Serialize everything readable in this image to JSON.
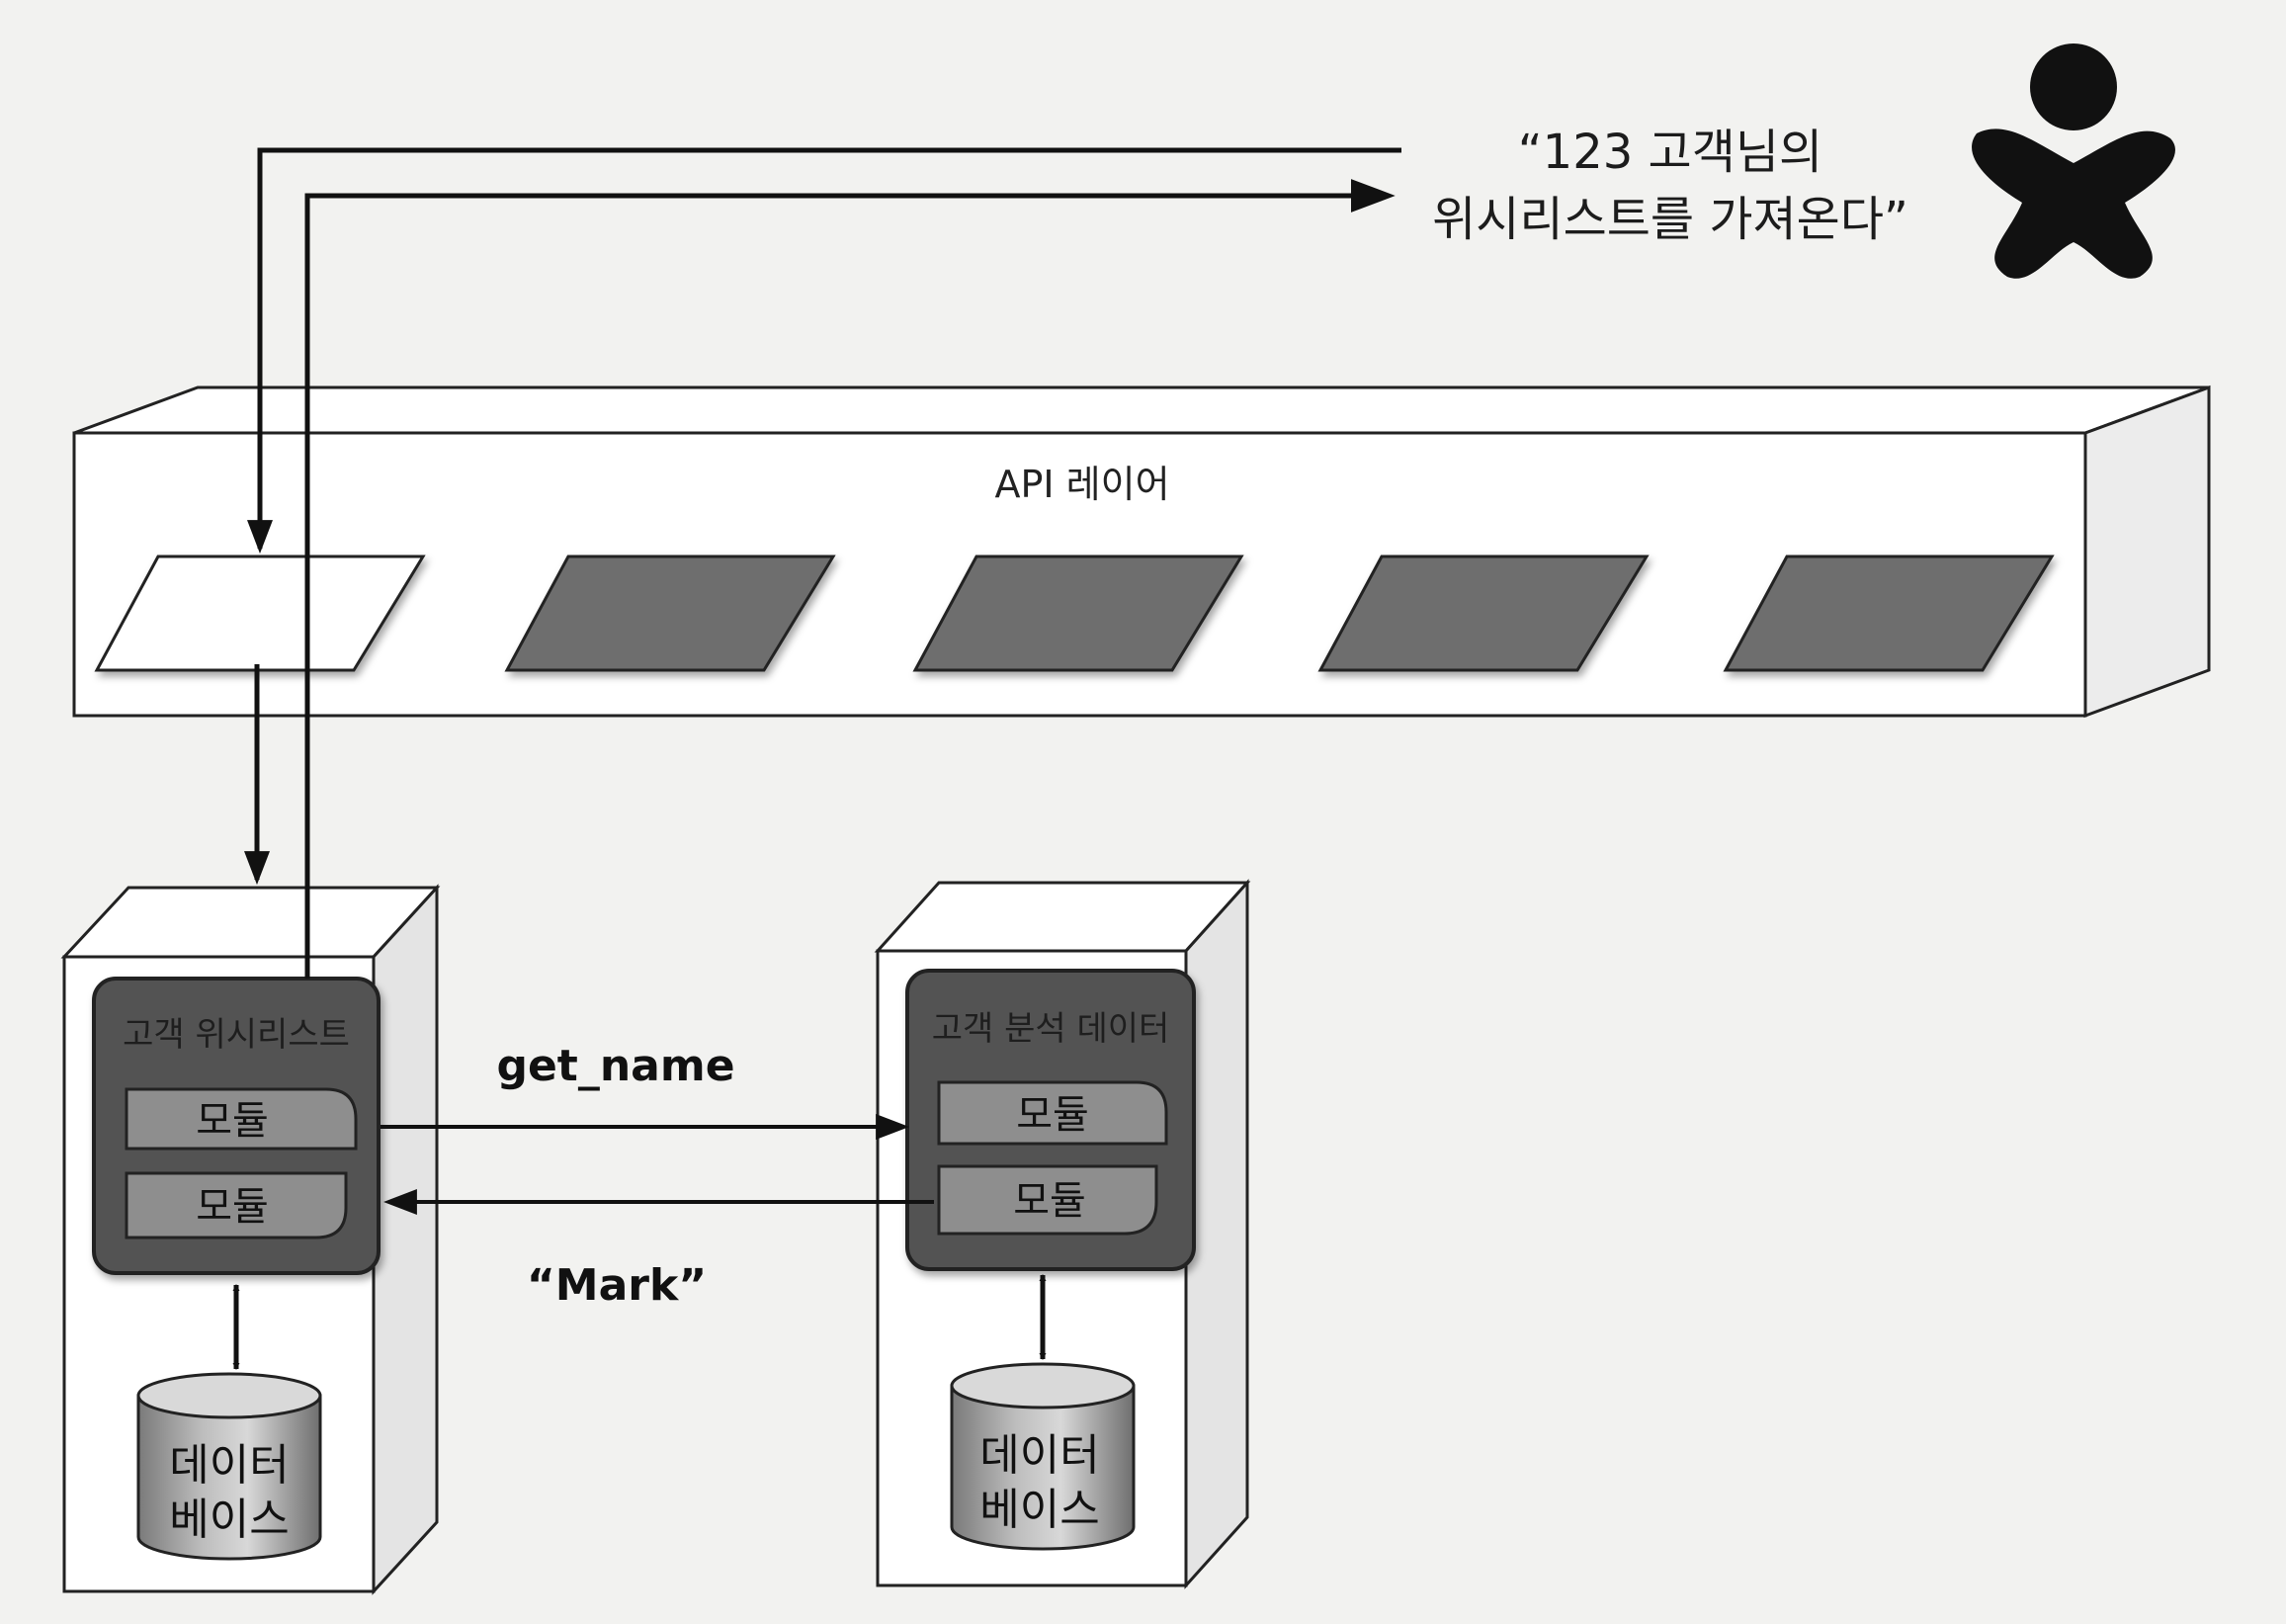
{
  "request": {
    "line1": "“123 고객님의",
    "line2": "위시리스트를 가져온다”"
  },
  "api_layer": {
    "label": "API 레이어",
    "endpoint_count": 5,
    "active_endpoint": 1
  },
  "services": [
    {
      "name": "고객 위시리스트",
      "modules": [
        "모듈",
        "모듈"
      ],
      "database": {
        "line1": "데이터",
        "line2": "베이스"
      }
    },
    {
      "name": "고객 분석 데이터",
      "modules": [
        "모듈",
        "모듈"
      ],
      "database": {
        "line1": "데이터",
        "line2": "베이스"
      }
    }
  ],
  "messages": {
    "call": "get_name",
    "response": "“Mark”"
  },
  "colors": {
    "background": "#f2f2f0",
    "endpoint_inactive": "#6e6e6e",
    "endpoint_active": "#ffffff",
    "service_panel": "#535353",
    "module": "#8e8e8e"
  }
}
